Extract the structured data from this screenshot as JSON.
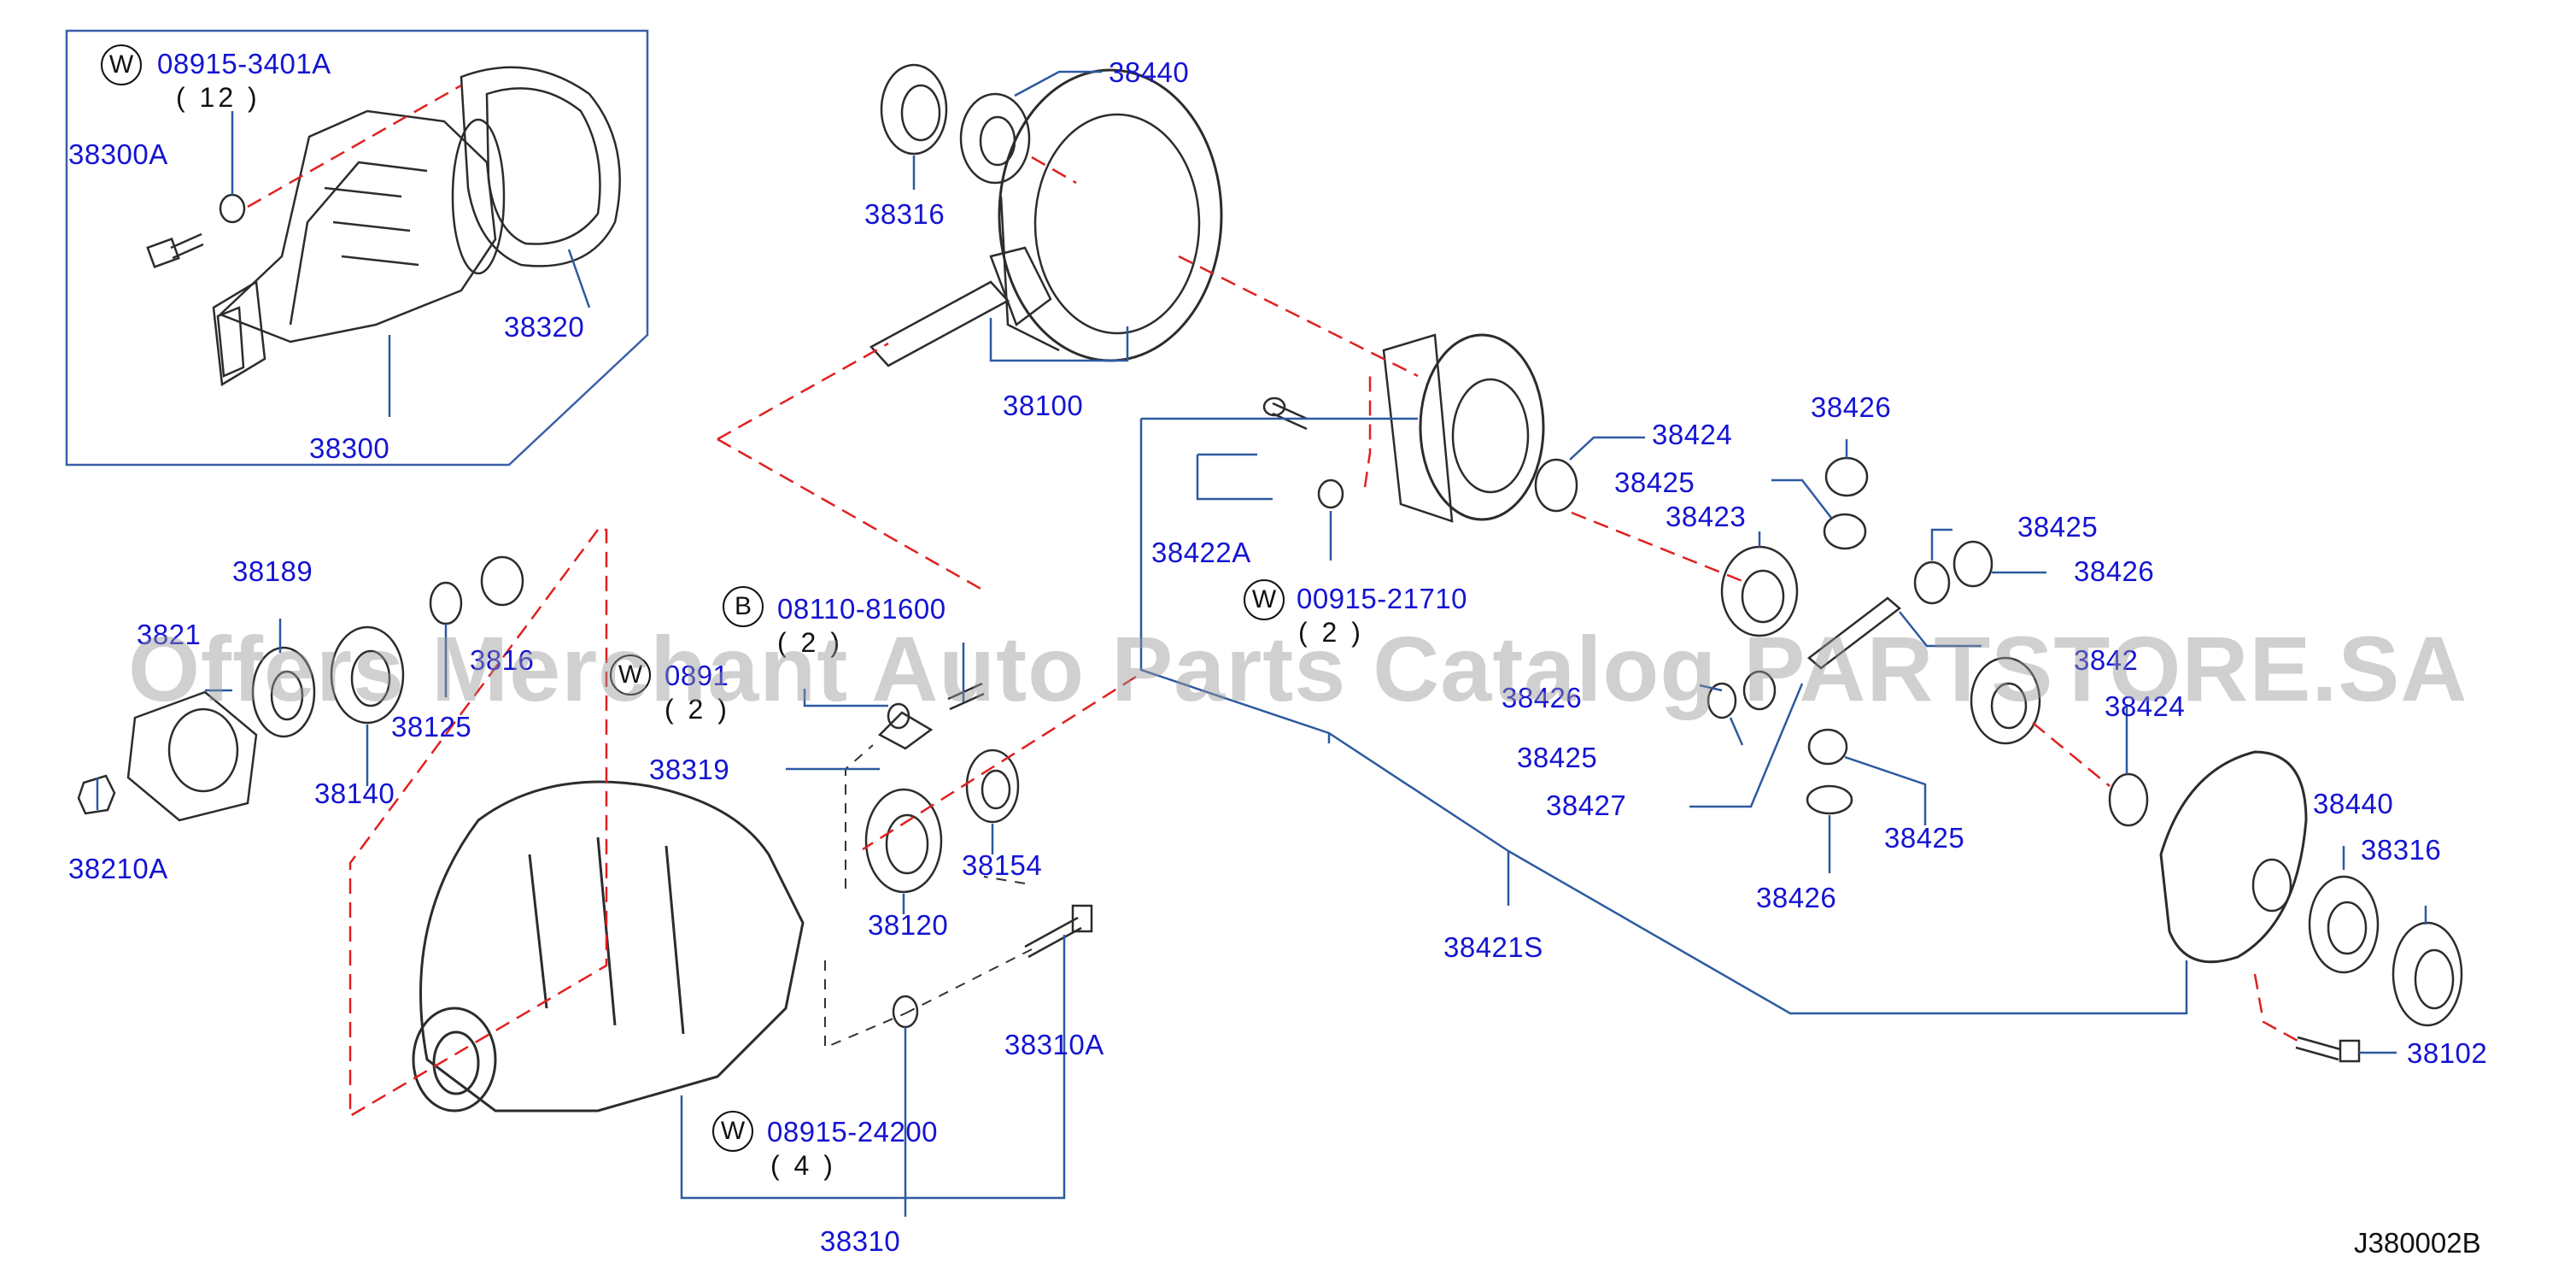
{
  "watermark": "Offers Merchant Auto Parts Catalog PARTSTORE.SA",
  "diagram_code": "J380002B",
  "part_labels": [
    {
      "id": "08915-3401A",
      "text": "08915-3401A"
    },
    {
      "id": "38300A",
      "text": "38300A"
    },
    {
      "id": "38320",
      "text": "38320"
    },
    {
      "id": "38300",
      "text": "38300"
    },
    {
      "id": "38440-top",
      "text": "38440"
    },
    {
      "id": "38316-top",
      "text": "38316"
    },
    {
      "id": "38100",
      "text": "38100"
    },
    {
      "id": "38424-top",
      "text": "38424"
    },
    {
      "id": "38426-a",
      "text": "38426"
    },
    {
      "id": "38425-a",
      "text": "38425"
    },
    {
      "id": "38423",
      "text": "38423"
    },
    {
      "id": "38422A",
      "text": "38422A"
    },
    {
      "id": "00915-21710",
      "text": "00915-21710"
    },
    {
      "id": "38425-b",
      "text": "38425"
    },
    {
      "id": "38426-b",
      "text": "38426"
    },
    {
      "id": "38189",
      "text": "38189"
    },
    {
      "id": "38210-partial",
      "text": "3821"
    },
    {
      "id": "38165-partial",
      "text": "3816"
    },
    {
      "id": "38125",
      "text": "38125"
    },
    {
      "id": "38140",
      "text": "38140"
    },
    {
      "id": "38210A",
      "text": "38210A"
    },
    {
      "id": "08110-81600",
      "text": "08110-81600"
    },
    {
      "id": "0891-partial",
      "text": "0891"
    },
    {
      "id": "38319",
      "text": "38319"
    },
    {
      "id": "38154",
      "text": "38154"
    },
    {
      "id": "38120",
      "text": "38120"
    },
    {
      "id": "38426-c",
      "text": "38426"
    },
    {
      "id": "38425-c",
      "text": "38425"
    },
    {
      "id": "38427",
      "text": "38427"
    },
    {
      "id": "3842-partial",
      "text": "3842"
    },
    {
      "id": "38424-right",
      "text": "38424"
    },
    {
      "id": "38425-d",
      "text": "38425"
    },
    {
      "id": "38426-d",
      "text": "38426"
    },
    {
      "id": "38421S",
      "text": "38421S"
    },
    {
      "id": "38440-right",
      "text": "38440"
    },
    {
      "id": "38316-right",
      "text": "38316"
    },
    {
      "id": "38102",
      "text": "38102"
    },
    {
      "id": "38310A",
      "text": "38310A"
    },
    {
      "id": "08915-24200",
      "text": "08915-24200"
    },
    {
      "id": "38310",
      "text": "38310"
    }
  ],
  "quantities": [
    {
      "id": "q-12",
      "text": "( 12 )"
    },
    {
      "id": "q-2a",
      "text": "( 2 )"
    },
    {
      "id": "q-2b",
      "text": "( 2 )"
    },
    {
      "id": "q-2c",
      "text": "( 2 )"
    },
    {
      "id": "q-4",
      "text": "( 4 )"
    }
  ],
  "circle_codes": [
    {
      "id": "c-w1",
      "text": "W"
    },
    {
      "id": "c-w2",
      "text": "W"
    },
    {
      "id": "c-b",
      "text": "B"
    },
    {
      "id": "c-w3",
      "text": "W"
    },
    {
      "id": "c-w4",
      "text": "W"
    }
  ],
  "colors": {
    "label": "#1414d2",
    "leader": "#2c5aa0",
    "phantom": "#e02020",
    "line": "#333333"
  }
}
